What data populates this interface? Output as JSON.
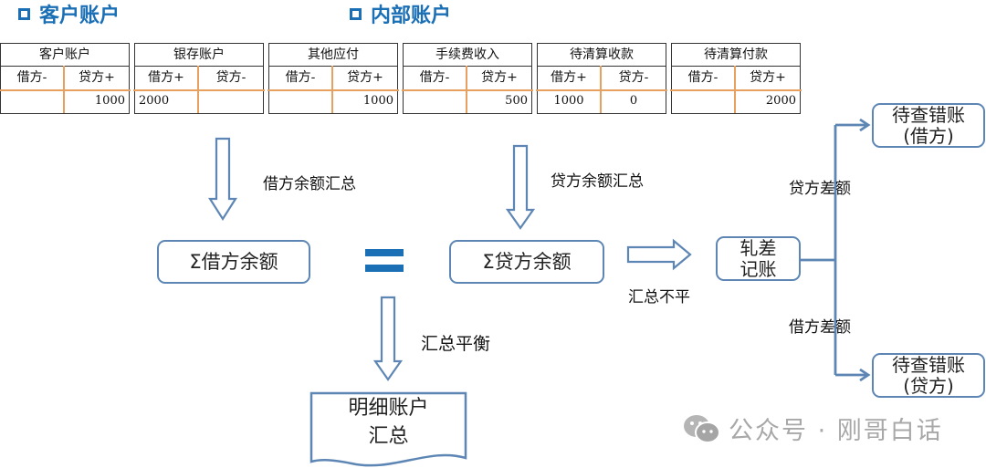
{
  "sections": {
    "customer": "客户账户",
    "internal": "内部账户"
  },
  "accounts": [
    {
      "name": "客户账户",
      "left": "借方-",
      "right": "贷方+",
      "left_value": "",
      "right_value": "1000"
    },
    {
      "name": "银存账户",
      "left": "借方+",
      "right": "贷方-",
      "left_value": "2000",
      "right_value": ""
    },
    {
      "name": "其他应付",
      "left": "借方-",
      "right": "贷方+",
      "left_value": "",
      "right_value": "1000"
    },
    {
      "name": "手续费收入",
      "left": "借方-",
      "right": "贷方+",
      "left_value": "",
      "right_value": "500"
    },
    {
      "name": "待清算收款",
      "left": "借方+",
      "right": "贷方-",
      "left_value": "1000",
      "right_value": "0"
    },
    {
      "name": "待清算付款",
      "left": "借方-",
      "right": "贷方+",
      "left_value": "",
      "right_value": "2000"
    }
  ],
  "flow": {
    "debit_summary_label": "借方余额汇总",
    "credit_summary_label": "贷方余额汇总",
    "debit_total": "Σ借方余额",
    "credit_total": "Σ贷方余额",
    "balanced_label": "汇总平衡",
    "detail_summary_line1": "明细账户",
    "detail_summary_line2": "汇总",
    "unbalanced_label": "汇总不平",
    "netting_line1": "轧差",
    "netting_line2": "记账",
    "credit_diff_label": "贷方差额",
    "debit_diff_label": "借方差额",
    "pending_debit_line1": "待查错账",
    "pending_debit_line2": "(借方)",
    "pending_credit_line1": "待查错账",
    "pending_credit_line2": "(贷方)"
  },
  "watermark": "公众号 · 刚哥白话",
  "colors": {
    "accent": "#1a6fb5",
    "box_border": "#5d86b5",
    "t_divider": "#e8a060"
  }
}
